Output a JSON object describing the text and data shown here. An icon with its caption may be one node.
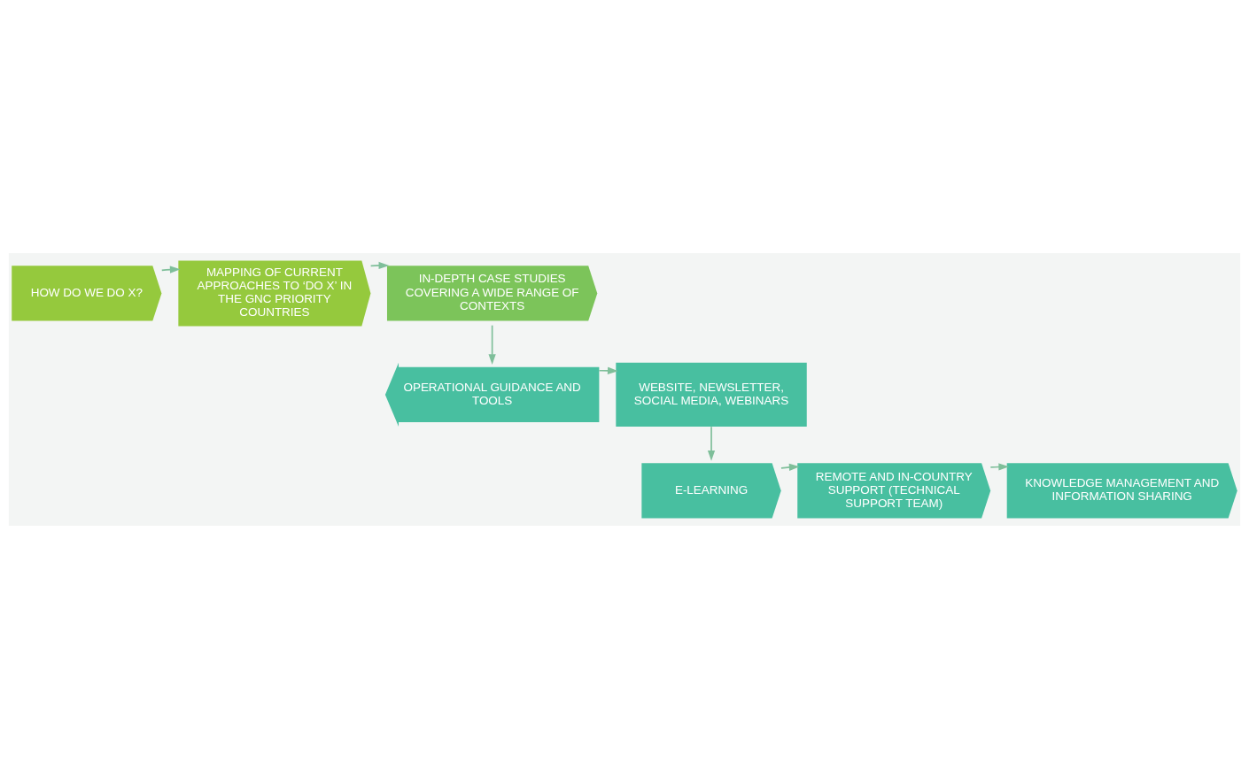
{
  "diagram": {
    "nodes": [
      {
        "text": [
          "HOW DO WE DO X?"
        ]
      },
      {
        "text": [
          "MAPPING OF CURRENT APPROACHES TO ‘DO X’ IN THE GNC PRIORITY COUNTRIES"
        ]
      },
      {
        "text": [
          "IN-DEPTH CASE STUDIES COVERING A WIDE RANGE OF CONTEXTS"
        ]
      },
      {
        "text": [
          "OPERATIONAL GUIDANCE AND TOOLS"
        ]
      },
      {
        "text": [
          "WEBSITE, NEWSLETTER, SOCIAL MEDIA, WEBINARS"
        ]
      },
      {
        "text": [
          "E-LEARNING"
        ]
      },
      {
        "text": [
          "REMOTE AND IN-COUNTRY SUPPORT (TECHNICAL SUPPORT TEAM)"
        ]
      },
      {
        "text": [
          "KNOWLEDGE MANAGEMENT AND INFORMATION SHARING"
        ]
      }
    ],
    "edges": [
      {
        "from": 0,
        "to": 1,
        "arrow": "to"
      },
      {
        "from": 1,
        "to": 2,
        "arrow": "to"
      },
      {
        "from": 2,
        "to": 3,
        "arrow": "to"
      },
      {
        "from": 3,
        "to": 4,
        "arrow": "to"
      },
      {
        "from": 4,
        "to": 5,
        "arrow": "to"
      },
      {
        "from": 5,
        "to": 6,
        "arrow": "to"
      },
      {
        "from": 6,
        "to": 7,
        "arrow": "to"
      }
    ]
  }
}
